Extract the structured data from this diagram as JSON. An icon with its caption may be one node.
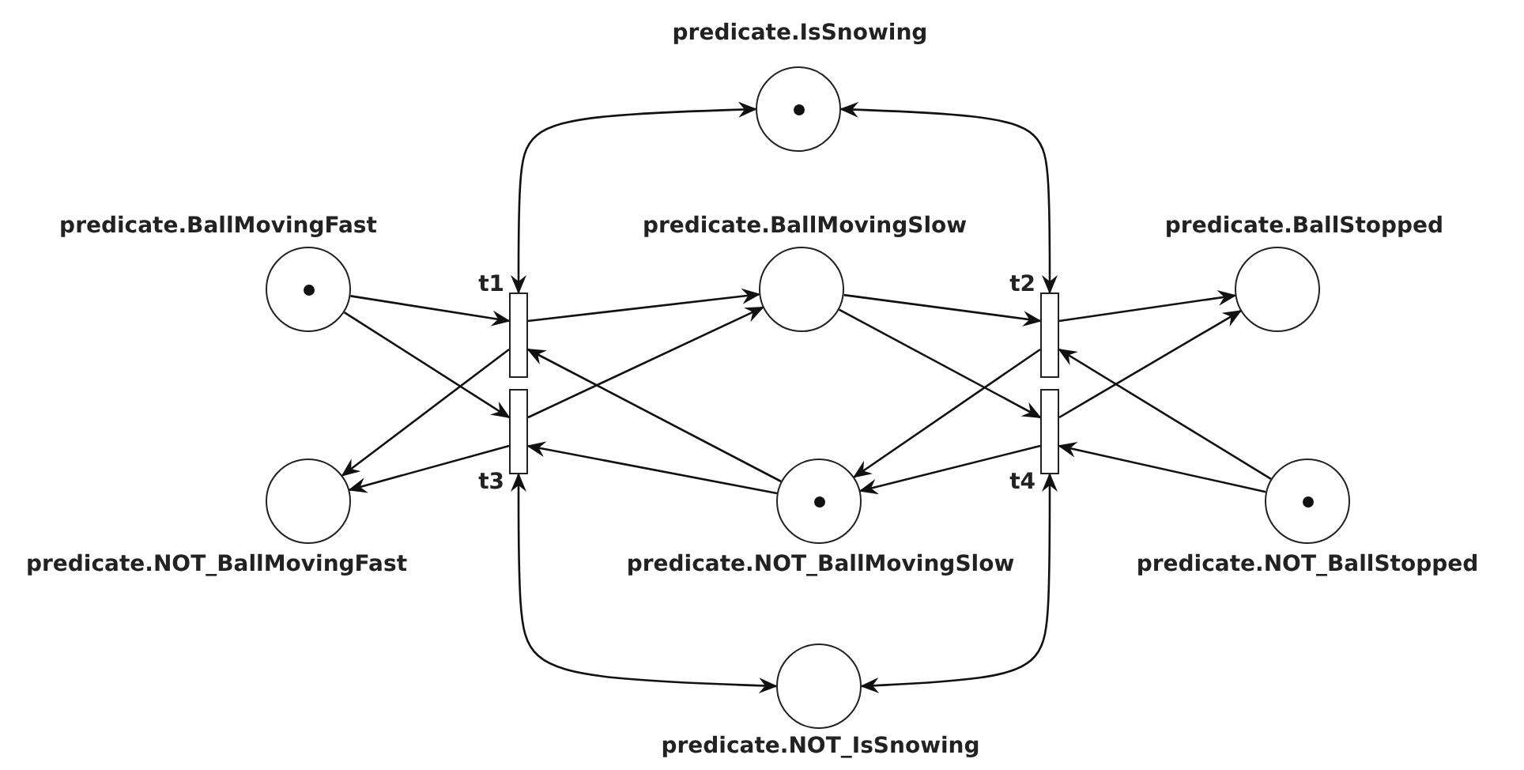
{
  "diagram": {
    "nodes": [
      {
        "text": [
          "predicate.IsSnowing"
        ]
      },
      {
        "text": [
          "predicate.BallMovingFast"
        ]
      },
      {
        "text": [
          "predicate.BallMovingSlow"
        ]
      },
      {
        "text": [
          "predicate.BallStopped"
        ]
      },
      {
        "text": [
          "t1"
        ]
      },
      {
        "text": [
          "t2"
        ]
      },
      {
        "text": [
          "t3"
        ]
      },
      {
        "text": [
          "t4"
        ]
      },
      {
        "text": [
          "predicate.NOT_BallMovingFast"
        ]
      },
      {
        "text": [
          "predicate.NOT_BallMovingSlow"
        ]
      },
      {
        "text": [
          "predicate.NOT_BallStopped"
        ]
      },
      {
        "text": [
          "predicate.NOT_IsSnowing"
        ]
      }
    ],
    "edges": [
      {
        "from": 1,
        "to": 4,
        "arrow": "to"
      },
      {
        "from": 1,
        "to": 6,
        "arrow": "to"
      },
      {
        "from": 4,
        "to": 2,
        "arrow": "to"
      },
      {
        "from": 6,
        "to": 2,
        "arrow": "to"
      },
      {
        "from": 4,
        "to": 8,
        "arrow": "to"
      },
      {
        "from": 6,
        "to": 8,
        "arrow": "to"
      },
      {
        "from": 9,
        "to": 4,
        "arrow": "to"
      },
      {
        "from": 9,
        "to": 6,
        "arrow": "to"
      },
      {
        "from": 2,
        "to": 5,
        "arrow": "to"
      },
      {
        "from": 2,
        "to": 7,
        "arrow": "to"
      },
      {
        "from": 5,
        "to": 3,
        "arrow": "to"
      },
      {
        "from": 7,
        "to": 3,
        "arrow": "to"
      },
      {
        "from": 5,
        "to": 9,
        "arrow": "to"
      },
      {
        "from": 7,
        "to": 9,
        "arrow": "to"
      },
      {
        "from": 10,
        "to": 5,
        "arrow": "to"
      },
      {
        "from": 10,
        "to": 7,
        "arrow": "to"
      },
      {
        "from": 4,
        "to": 0,
        "arrow": "both"
      },
      {
        "from": 5,
        "to": 0,
        "arrow": "both"
      },
      {
        "from": 6,
        "to": 11,
        "arrow": "both"
      },
      {
        "from": 7,
        "to": 11,
        "arrow": "both"
      }
    ]
  }
}
